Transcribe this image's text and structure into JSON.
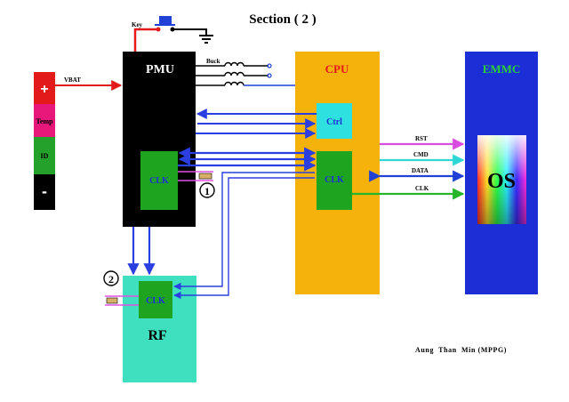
{
  "title": "Section ( 2 )",
  "credit": "Aung  Than  Min (MPPG)",
  "battery": {
    "plus": "+",
    "temp": "Temp",
    "id": "ID",
    "minus": "-",
    "vbat": "VBAT",
    "colors": {
      "plus": "#e21a1a",
      "temp": "#e8187a",
      "id": "#23a12a",
      "minus": "#000000"
    }
  },
  "key_label": "Key",
  "pmu": {
    "label": "PMU",
    "buck": "Buck",
    "clk": "CLK",
    "color": "#000000"
  },
  "cpu": {
    "label": "CPU",
    "ctrl": "Ctrl",
    "clk": "CLK",
    "color": "#f5b20a"
  },
  "emmc": {
    "label": "EMMC",
    "os": "OS",
    "color": "#1c2fd6"
  },
  "rf": {
    "label": "RF",
    "clk": "CLK",
    "color": "#3ee0c0"
  },
  "markers": {
    "one": "1",
    "two": "2"
  },
  "buses": [
    {
      "label": "RST",
      "color": "#d94ce0"
    },
    {
      "label": "CMD",
      "color": "#2fd6d6"
    },
    {
      "label": "DATA",
      "color": "#2140d6"
    },
    {
      "label": "CLK",
      "color": "#25b42a"
    }
  ]
}
